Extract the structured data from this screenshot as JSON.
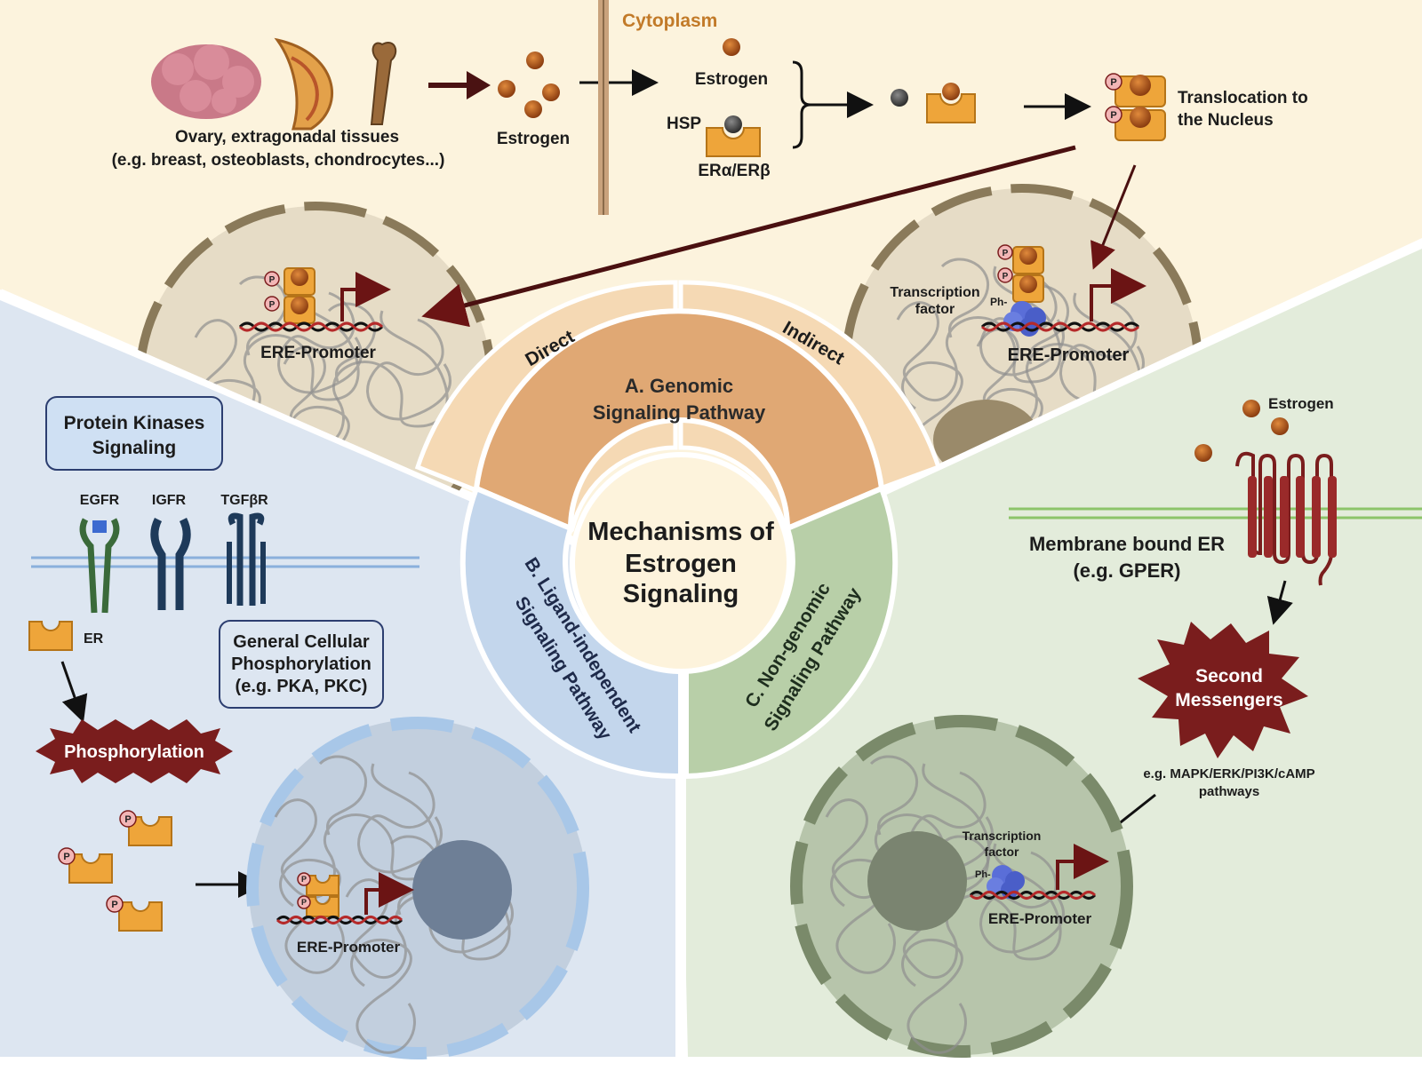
{
  "top": {
    "cytoplasm": "Cytoplasm",
    "tissues_line1": "Ovary, extragonadal tissues",
    "tissues_line2": "(e.g. breast, osteoblasts, chondrocytes...)",
    "estrogen_outside": "Estrogen",
    "estrogen_inside": "Estrogen",
    "hsp": "HSP",
    "er_alpha_beta": "ERα/ERβ",
    "translocation_line1": "Translocation to",
    "translocation_line2": "the Nucleus",
    "phospho_mark": "P"
  },
  "direct_panel": {
    "promoter": "ERE-Promoter"
  },
  "indirect_panel": {
    "tf_line1": "Transcription",
    "tf_line2": "factor",
    "ph": "Ph-",
    "promoter": "ERE-Promoter"
  },
  "center": {
    "title_line1": "Mechanisms of",
    "title_line2": "Estrogen",
    "title_line3": "Signaling",
    "genomic_line1": "A. Genomic",
    "genomic_line2": "Signaling Pathway",
    "direct": "Direct",
    "indirect": "Indirect",
    "ligand_line1": "B. Ligand-independent",
    "ligand_line2": "Signaling Pathway",
    "nongenomic_line1": "C. Non-genomic",
    "nongenomic_line2": "Signaling Pathway"
  },
  "left_panel": {
    "pk_line1": "Protein Kinases",
    "pk_line2": "Signaling",
    "egfr": "EGFR",
    "igfr": "IGFR",
    "tgfbr": "TGFβR",
    "er": "ER",
    "gcp_line1": "General Cellular",
    "gcp_line2": "Phosphorylation",
    "gcp_line3": "(e.g. PKA, PKC)",
    "phosphorylation": "Phosphorylation",
    "promoter": "ERE-Promoter",
    "phospho_mark": "P"
  },
  "right_panel": {
    "estrogen": "Estrogen",
    "membrane_line1": "Membrane bound ER",
    "membrane_line2": "(e.g. GPER)",
    "second_line1": "Second",
    "second_line2": "Messengers",
    "pathways_line1": "e.g. MAPK/ERK/PI3K/cAMP",
    "pathways_line2": "pathways",
    "tf_line1": "Transcription",
    "tf_line2": "factor",
    "ph": "Ph-",
    "promoter": "ERE-Promoter"
  },
  "colors": {
    "top_bg": "#fcf3dd",
    "left_bg": "#dde6f1",
    "right_bg": "#e3ecdb",
    "genomic": "#e0a874",
    "genomic_outer": "#f5d9b4",
    "ligand": "#c3d6ec",
    "nongenomic": "#b8cfa8",
    "center": "#fdf3dc",
    "receptor": "#eea53a",
    "estrogen": "#b0561a",
    "dark_red": "#7a1d1d",
    "cytoplasm_label": "#c27a28"
  }
}
